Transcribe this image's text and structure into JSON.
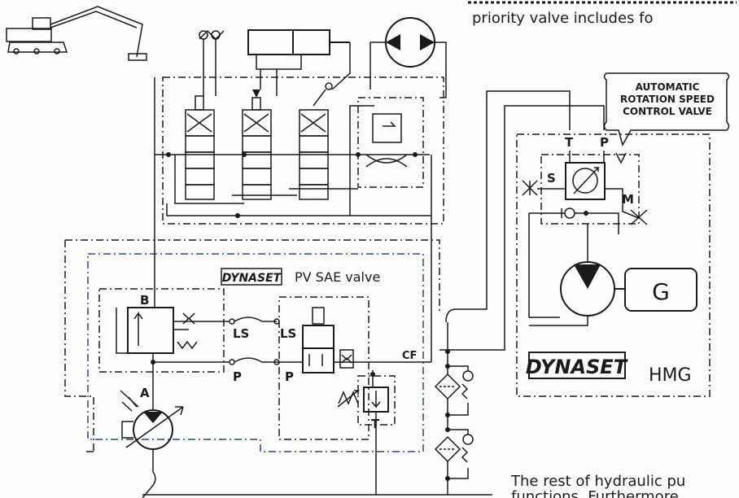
{
  "top_text": "priority valve includes fo",
  "bottom_text_line1": "The rest of hydraulic pu",
  "bottom_text_line2": "functions. Furthermore",
  "auto_valve_label": [
    "AUTOMATIC",
    "ROTATION SPEED",
    "CONTROL VALVE"
  ],
  "brand_logo": "DYNASET",
  "pv_valve_label": "PV SAE valve",
  "hmg_label": "HMG",
  "generator_label": "G",
  "port_labels": {
    "B": "B",
    "A": "A",
    "LS_left": "LS",
    "LS_right": "LS",
    "P_left": "P",
    "P_right": "P",
    "CF": "CF",
    "T_valve": "T",
    "T_hmg": "T",
    "P_hmg": "P",
    "S": "S",
    "M": "M"
  }
}
